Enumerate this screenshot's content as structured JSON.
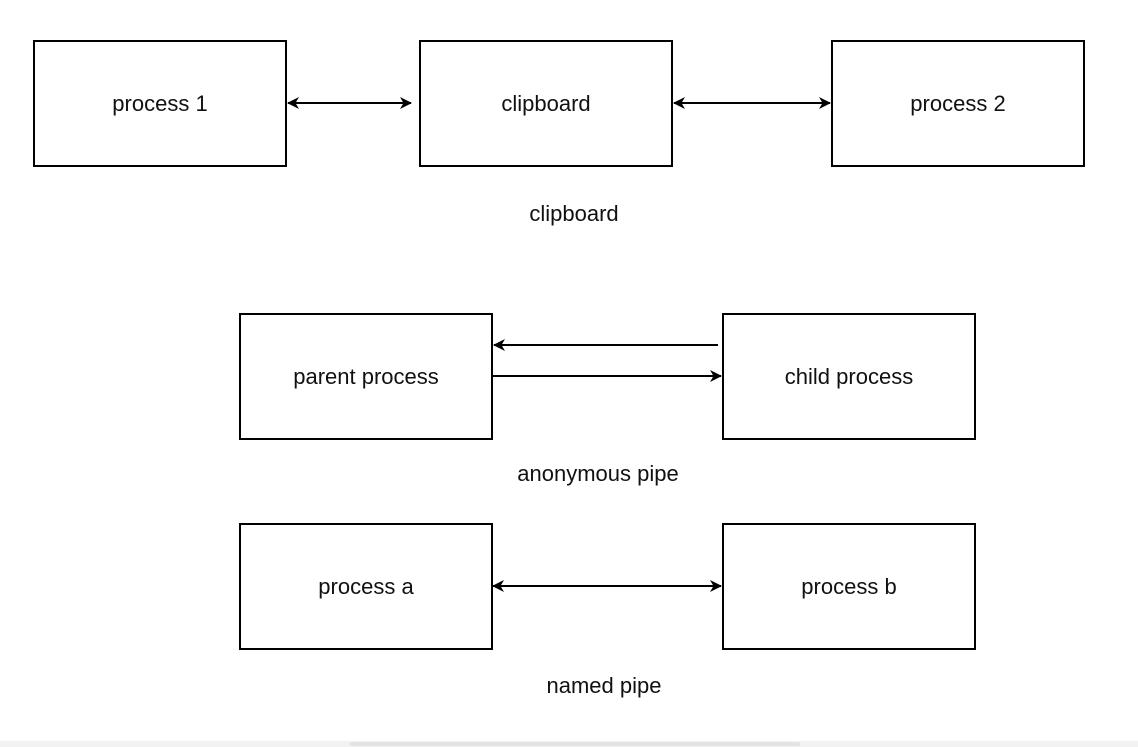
{
  "sections": [
    {
      "caption": "clipboard",
      "nodes": [
        "process 1",
        "clipboard",
        "process 2"
      ]
    },
    {
      "caption": "anonymous pipe",
      "nodes": [
        "parent process",
        "child process"
      ]
    },
    {
      "caption": "named pipe",
      "nodes": [
        "process a",
        "process b"
      ]
    }
  ],
  "colors": {
    "stroke": "#000000",
    "background": "#ffffff"
  }
}
